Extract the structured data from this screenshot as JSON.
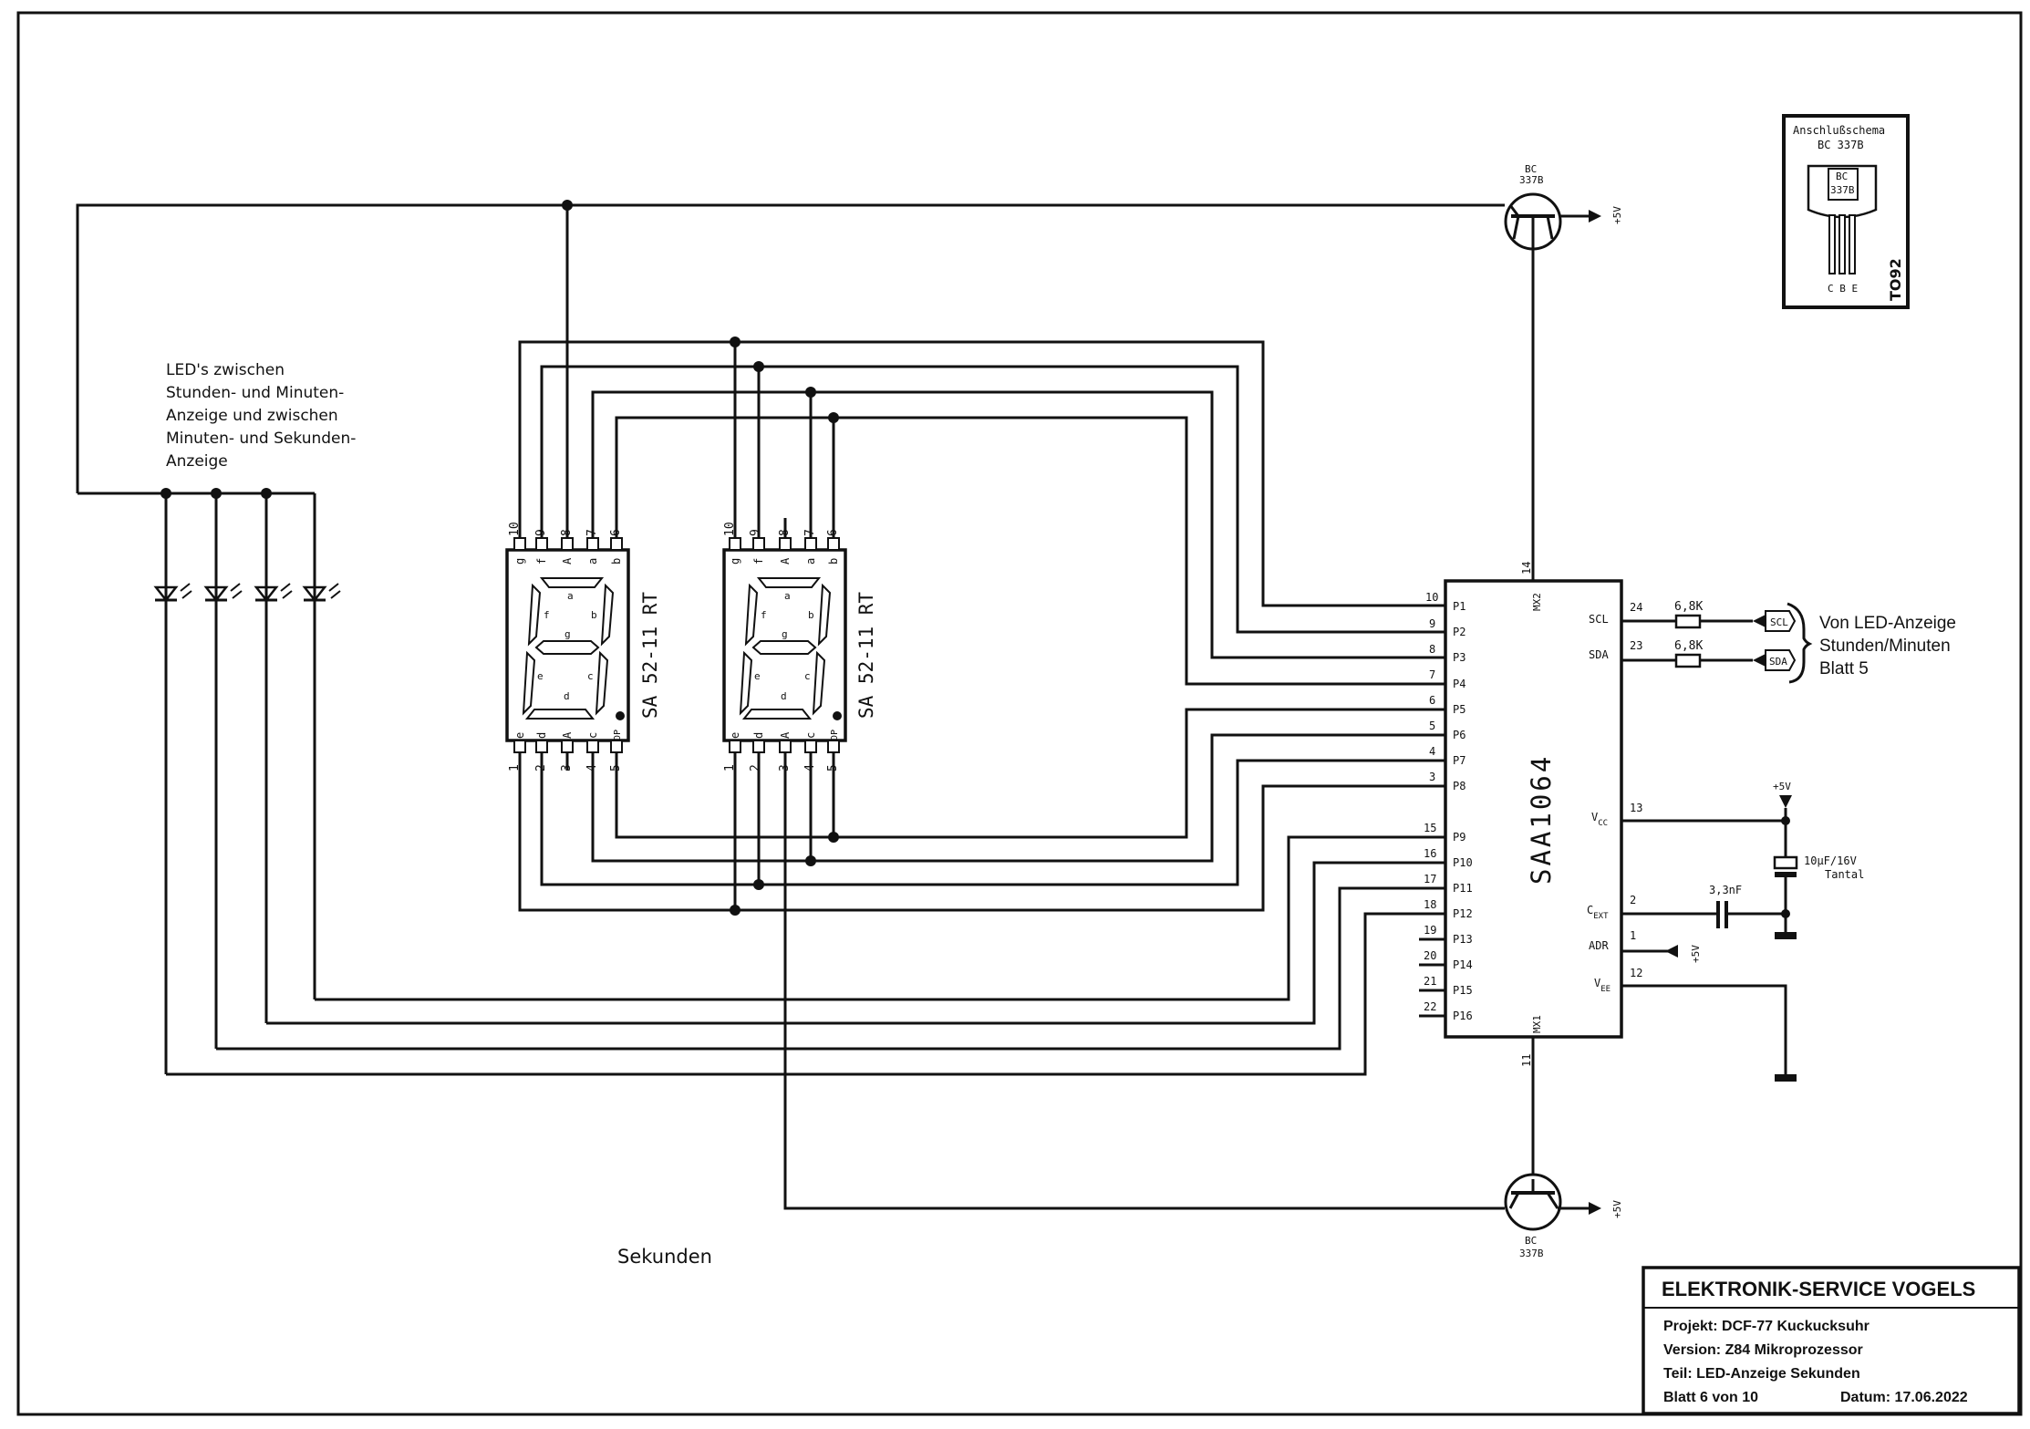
{
  "note": {
    "line1": "LED's zwischen",
    "line2": "Stunden- und Minuten-",
    "line3": "Anzeige und zwischen",
    "line4": "Minuten- und Sekunden-",
    "line5": "Anzeige"
  },
  "caption_seconds": "Sekunden",
  "displays": {
    "part": "SA 52-11 RT",
    "top_pins": [
      "10",
      "9",
      "8",
      "7",
      "6"
    ],
    "top_letters": [
      "g",
      "f",
      "A",
      "a",
      "b"
    ],
    "bottom_pins": [
      "1",
      "2",
      "3",
      "4",
      "5"
    ],
    "bottom_letters": [
      "e",
      "d",
      "A",
      "c",
      "DP"
    ],
    "seg_letters": [
      "a",
      "f",
      "b",
      "g",
      "e",
      "c",
      "d"
    ]
  },
  "ic": {
    "name": "SAA1064",
    "left_pins": [
      {
        "num": "10",
        "label": "P1"
      },
      {
        "num": "9",
        "label": "P2"
      },
      {
        "num": "8",
        "label": "P3"
      },
      {
        "num": "7",
        "label": "P4"
      },
      {
        "num": "6",
        "label": "P5"
      },
      {
        "num": "5",
        "label": "P6"
      },
      {
        "num": "4",
        "label": "P7"
      },
      {
        "num": "3",
        "label": "P8"
      },
      {
        "num": "15",
        "label": "P9"
      },
      {
        "num": "16",
        "label": "P10"
      },
      {
        "num": "17",
        "label": "P11"
      },
      {
        "num": "18",
        "label": "P12"
      },
      {
        "num": "19",
        "label": "P13"
      },
      {
        "num": "20",
        "label": "P14"
      },
      {
        "num": "21",
        "label": "P15"
      },
      {
        "num": "22",
        "label": "P16"
      }
    ],
    "mx2": "MX2",
    "mx2_pin": "14",
    "mx1": "MX1",
    "mx1_pin": "11",
    "scl": "SCL",
    "scl_pin": "24",
    "sda": "SDA",
    "sda_pin": "23",
    "vcc": "V",
    "vcc_sub": "CC",
    "vcc_pin": "13",
    "cext": "C",
    "cext_sub": "EXT",
    "cext_pin": "2",
    "adr": "ADR",
    "adr_pin": "1",
    "vee": "V",
    "vee_sub": "EE",
    "vee_pin": "12"
  },
  "resistors": {
    "value": "6,8K"
  },
  "bus": {
    "scl": "SCL",
    "sda": "SDA",
    "line1": "Von LED-Anzeige",
    "line2": "Stunden/Minuten",
    "line3": "Blatt 5"
  },
  "components": {
    "cap_tantal_1": "10µF/16V",
    "cap_tantal_2": "Tantal",
    "cap_cext": "3,3nF",
    "supply": "+5V"
  },
  "transistors": {
    "line1": "BC",
    "line2": "337B"
  },
  "pinout": {
    "title1": "Anschlußschema",
    "title2": "BC 337B",
    "body1": "BC",
    "body2": "337B",
    "pins": "C B E",
    "package": "TO92"
  },
  "title_block": {
    "company": "ELEKTRONIK-SERVICE VOGELS",
    "project": "Projekt: DCF-77 Kuckucksuhr",
    "version": "Version: Z84 Mikroprozessor",
    "part": "Teil: LED-Anzeige  Sekunden",
    "sheet": "Blatt 6 von 10",
    "date": "Datum: 17.06.2022"
  }
}
